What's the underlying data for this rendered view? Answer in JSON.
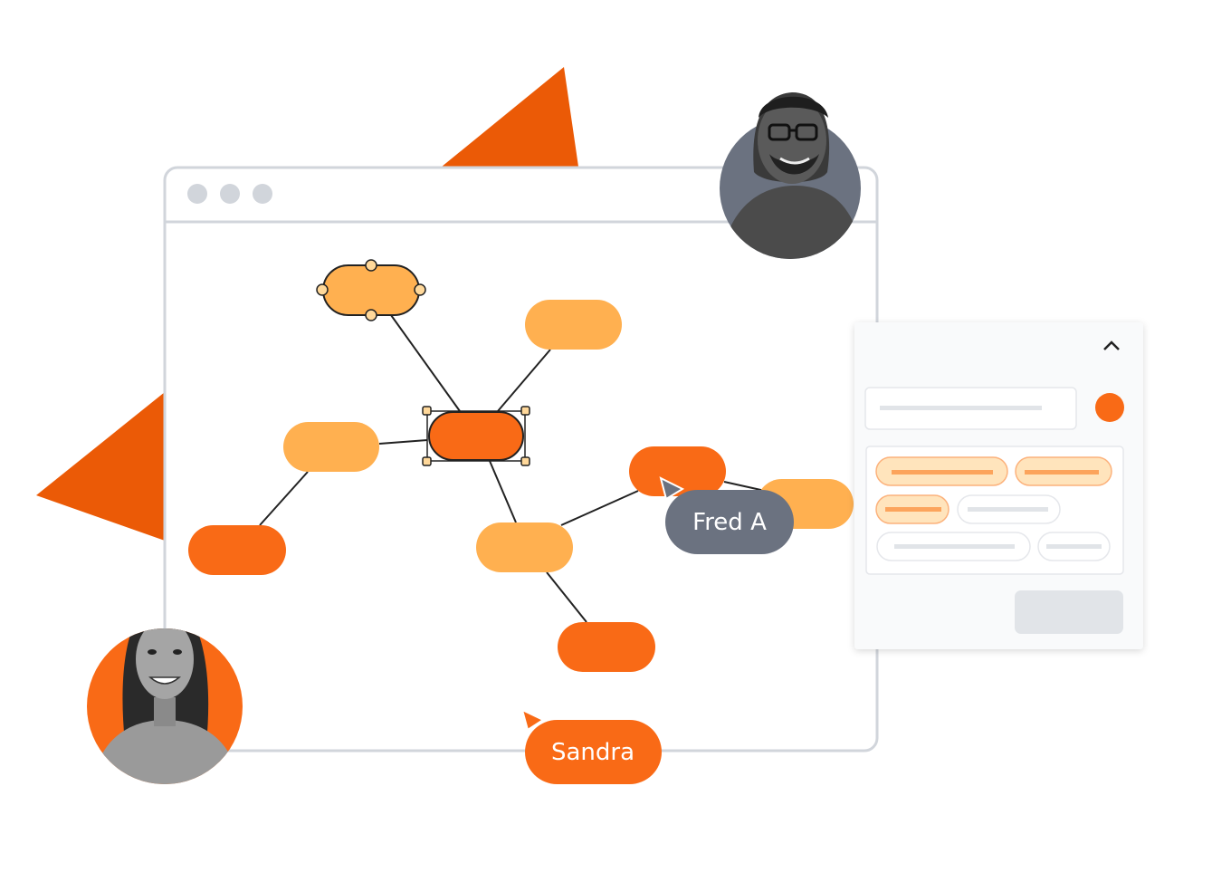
{
  "colors": {
    "accent_dark": "#F96A16",
    "accent_light": "#FFB050",
    "triangle": "#EB5A06",
    "window_border": "#D1D5DB",
    "cursor_gray": "#6B7280",
    "panel_bg": "#F9FAFB",
    "chip_fill": "#FFE4BC",
    "chip_line": "#FCA45C"
  },
  "window": {
    "controls": [
      "dot-1",
      "dot-2",
      "dot-3"
    ]
  },
  "collaborators": [
    {
      "name": "Fred A",
      "cursor_color": "#6B7280"
    },
    {
      "name": "Sandra",
      "cursor_color": "#F96A16"
    }
  ],
  "panel": {
    "collapse_icon": "chevron-up-icon",
    "status_dot_color": "#F96A16"
  }
}
